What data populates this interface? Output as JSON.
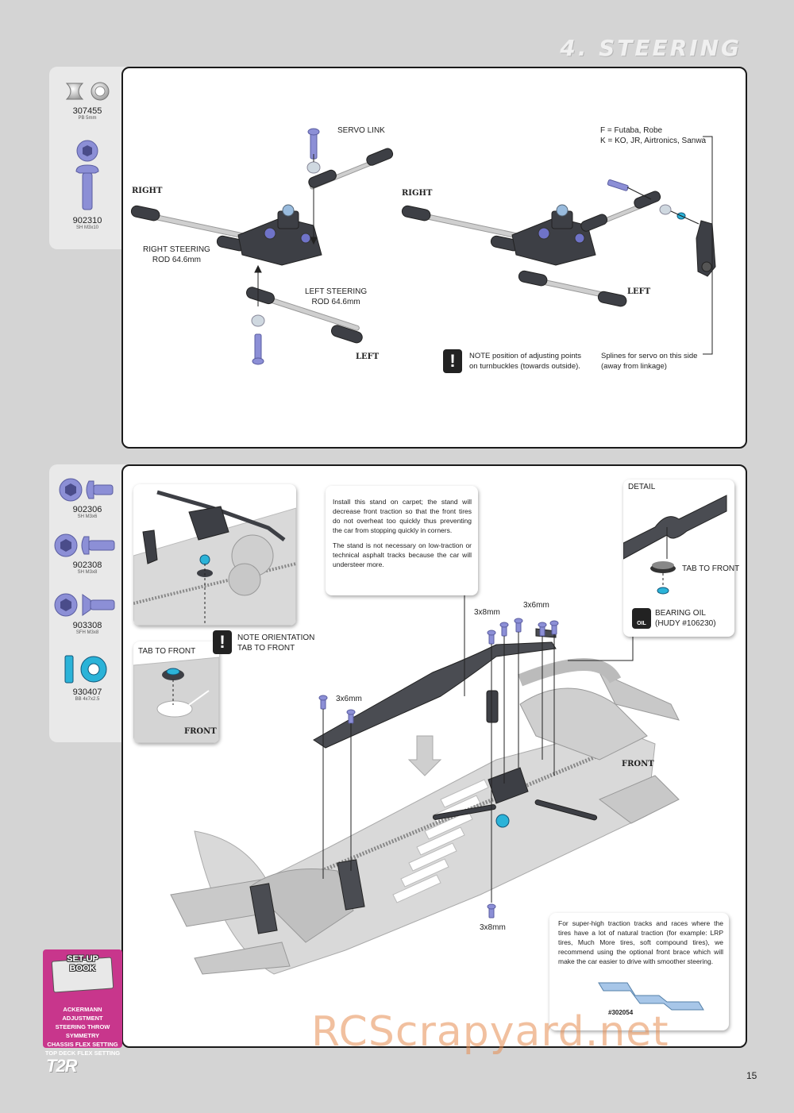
{
  "header": {
    "title": "4. STEERING"
  },
  "sidebar_top": {
    "parts": [
      {
        "code": "307455",
        "desc": "PB 5mm"
      },
      {
        "code": "902310",
        "desc": "SH M3x10"
      }
    ]
  },
  "sidebar_bottom": {
    "parts": [
      {
        "code": "902306",
        "desc": "SH M3x6"
      },
      {
        "code": "902308",
        "desc": "SH M3x8"
      },
      {
        "code": "903308",
        "desc": "SFH M3x8"
      },
      {
        "code": "930407",
        "desc": "BB 4x7x2.5"
      }
    ]
  },
  "panel_top": {
    "servo_link": "SERVO LINK",
    "right_left": "RIGHT",
    "right_steering_line1": "RIGHT STEERING",
    "right_steering_line2": "ROD 64.6mm",
    "left_steering_line1": "LEFT STEERING",
    "left_steering_line2": "ROD 64.6mm",
    "left_left": "LEFT",
    "right_right": "RIGHT",
    "left_right": "LEFT",
    "servo_brand_line1": "F = Futaba, Robe",
    "servo_brand_line2": "K = KO, JR, Airtronics, Sanwa",
    "note_line1": "NOTE position of adjusting points",
    "note_line2": "on turnbuckles (towards outside).",
    "splines_line1": "Splines for servo on this side",
    "splines_line2": "(away from linkage)"
  },
  "panel_bottom": {
    "stand_text_1": "Install this stand on carpet; the stand will decrease front traction so that the front tires do not overheat too quickly thus preventing the car from stopping quickly in corners.",
    "stand_text_2": "The stand is not necessary on low-traction or technical asphalt tracks because the car will understeer more.",
    "detail": "DETAIL",
    "tab_to_front_detail": "TAB TO FRONT",
    "bearing_oil_line1": "BEARING OIL",
    "bearing_oil_line2": "(HUDY #106230)",
    "oil_icon": "OIL",
    "note_orientation_line1": "NOTE ORIENTATION",
    "note_orientation_line2": "TAB TO FRONT",
    "tab_to_front_inset": "TAB TO FRONT",
    "front_inset": "FRONT",
    "front_main": "FRONT",
    "screw_3x8_top": "3x8mm",
    "screw_3x6_top": "3x6mm",
    "screw_3x6_left": "3x6mm",
    "screw_3x8_bottom": "3x8mm",
    "brace_text": "For super-high traction tracks and races where the tires have a lot of natural traction (for example: LRP tires, Much More tires, soft compound tires), we recommend using the optional front brace which will make the car easier to drive with smoother steering.",
    "brace_part": "#302054"
  },
  "setup_book": {
    "title_line1": "SET-UP",
    "title_line2": "BOOK",
    "items": [
      "ACKERMANN ADJUSTMENT",
      "STEERING THROW SYMMETRY",
      "CHASSIS FLEX SETTING",
      "TOP DECK FLEX SETTING"
    ]
  },
  "footer": {
    "logo": "T2R",
    "watermark": "RCScrapyard.net",
    "page_number": "15"
  },
  "colors": {
    "page_bg": "#d4d4d4",
    "part_blue": "#8c8fd6",
    "part_dark": "#3d3f45",
    "bearing_cyan": "#2bb3d8",
    "setup_magenta": "#c8368c"
  }
}
